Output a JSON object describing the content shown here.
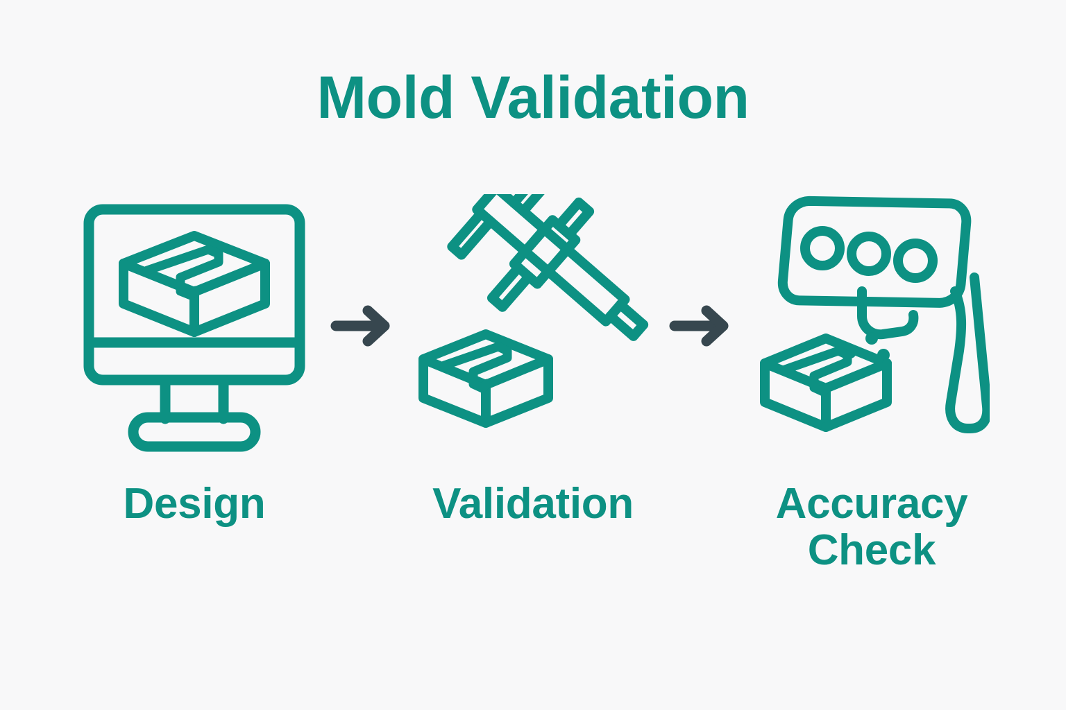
{
  "page": {
    "title": "Mold Validation",
    "background_color": "#f8f8f9",
    "accent_color": "#0d9183",
    "arrow_color": "#37474f"
  },
  "flow": {
    "steps": [
      {
        "label": "Design",
        "icon": "monitor-mold-icon",
        "icon_color": "#0d9183"
      },
      {
        "label": "Validation",
        "icon": "caliper-mold-icon",
        "icon_color": "#0d9183"
      },
      {
        "label": "Accuracy Check",
        "label_line1": "Accuracy",
        "label_line2": "Check",
        "icon": "scanner-gun-mold-icon",
        "icon_color": "#0d9183"
      }
    ],
    "arrows": [
      {
        "icon": "arrow-right-icon",
        "color": "#37474f"
      },
      {
        "icon": "arrow-right-icon",
        "color": "#37474f"
      }
    ]
  }
}
